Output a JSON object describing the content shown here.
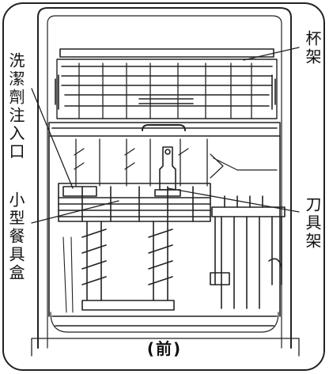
{
  "labels": {
    "cup_rack": "杯架",
    "detergent_inlet": "洗潔劑注入口",
    "small_item_box": "小型餐具盒",
    "knife_rack": "刀具架",
    "front": "(前)"
  },
  "colors": {
    "line": "#222222",
    "background": "#ffffff"
  }
}
